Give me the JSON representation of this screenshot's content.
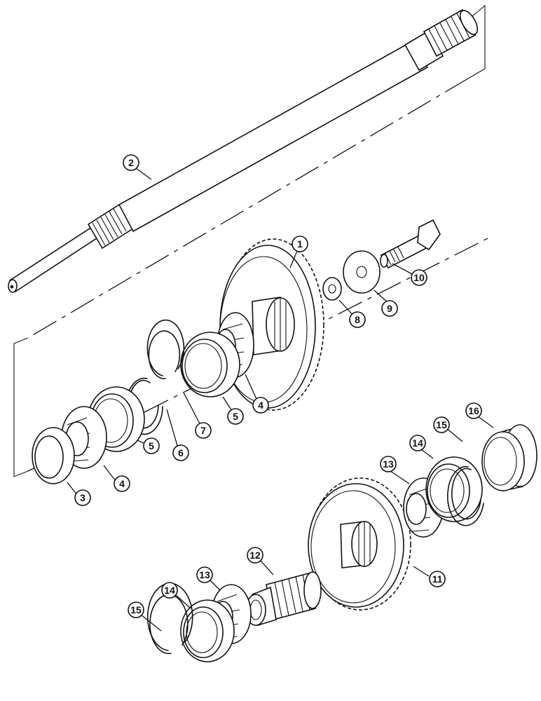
{
  "callouts": {
    "c1": "1",
    "c2": "2",
    "c3": "3",
    "c4a": "4",
    "c4b": "4",
    "c5a": "5",
    "c5b": "5",
    "c6": "6",
    "c7": "7",
    "c8": "8",
    "c9": "9",
    "c10": "10",
    "c11": "11",
    "c12": "12",
    "c13a": "13",
    "c13b": "13",
    "c14a": "14",
    "c14b": "14",
    "c15a": "15",
    "c15b": "15",
    "c16": "16"
  }
}
